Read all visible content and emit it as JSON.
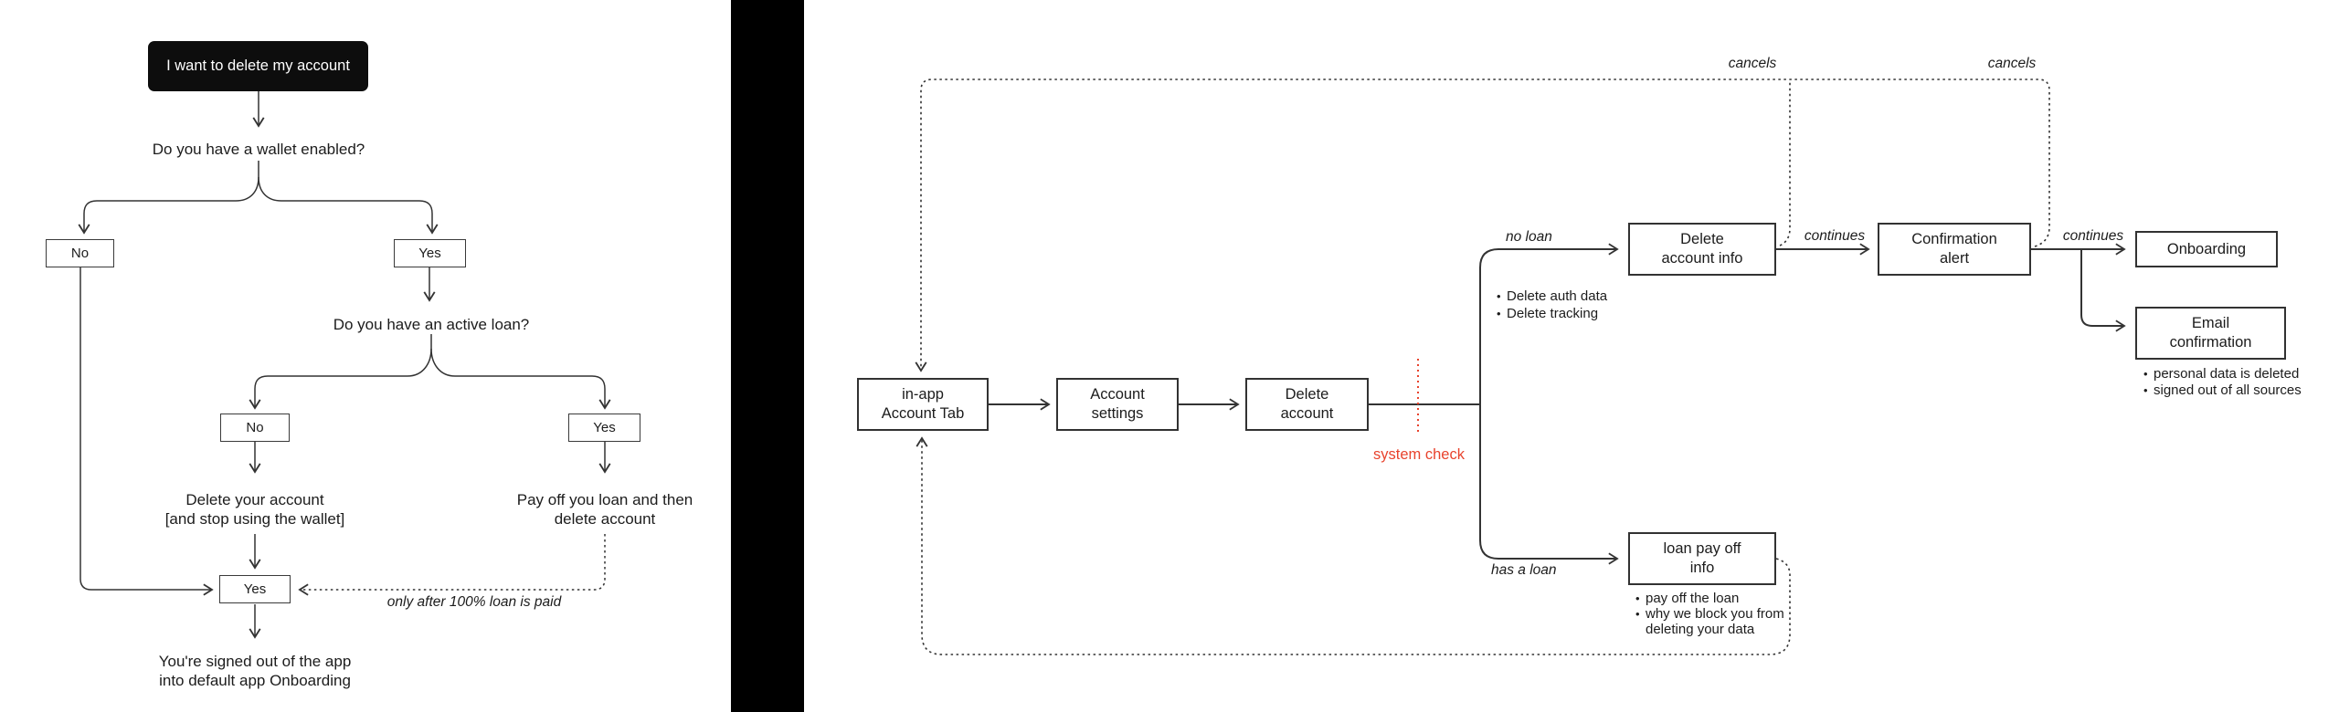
{
  "ui": {
    "bullet": "•"
  },
  "colors": {
    "line": "#333333",
    "accent_red": "#e8432d",
    "start_bg": "#0d0d0d",
    "start_text": "#ffffff",
    "divider": "#000000",
    "background": "#ffffff"
  },
  "left_flow": {
    "start_label": "I want to delete my account",
    "wallet_question": "Do you have a wallet enabled?",
    "wallet_no": "No",
    "wallet_yes": "Yes",
    "loan_question": "Do you have an active loan?",
    "loan_no": "No",
    "loan_yes": "Yes",
    "delete_action": [
      "Delete your account",
      "[and stop using the wallet]"
    ],
    "payoff_action": [
      "Pay off you loan and then",
      "delete account"
    ],
    "confirm_yes": "Yes",
    "payoff_condition": "only after 100% loan is paid",
    "outcome": [
      "You're signed out of the app",
      "into default app Onboarding"
    ]
  },
  "right_flow": {
    "account_tab": [
      "in-app",
      "Account Tab"
    ],
    "account_settings": [
      "Account",
      "settings"
    ],
    "delete_account": [
      "Delete",
      "account"
    ],
    "delete_account_info": [
      "Delete",
      "account info"
    ],
    "confirmation_alert": [
      "Confirmation",
      "alert"
    ],
    "onboarding": "Onboarding",
    "email_confirmation": [
      "Email",
      "confirmation"
    ],
    "loan_payoff_info": [
      "loan pay off",
      "info"
    ],
    "label_no_loan": "no loan",
    "label_has_loan": "has a loan",
    "label_continues_1": "continues",
    "label_continues_2": "continues",
    "label_cancels_1": "cancels",
    "label_cancels_2": "cancels",
    "label_system_check": "system check",
    "delete_info_bullets": [
      "Delete auth data",
      "Delete tracking"
    ],
    "loan_info_bullets": [
      "pay off the loan",
      "why we block you from",
      "deleting your data"
    ],
    "email_bullets": [
      "personal data is deleted",
      "signed out of all sources"
    ]
  }
}
